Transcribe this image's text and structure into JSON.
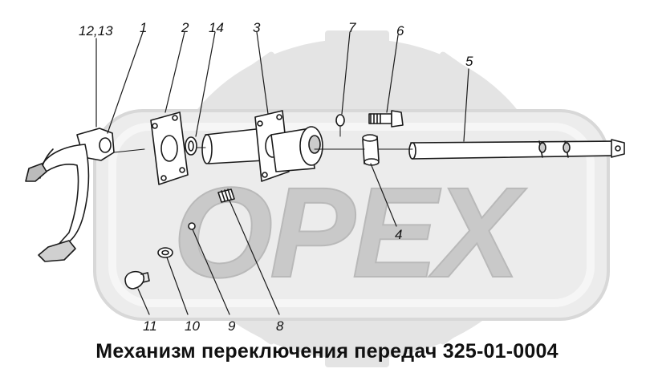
{
  "watermark": {
    "text": "OPEX",
    "color": "#e2e2e2",
    "outline": "#d6d6d6"
  },
  "callouts": {
    "c1": "1",
    "c2": "2",
    "c3": "3",
    "c4": "4",
    "c5": "5",
    "c6": "6",
    "c7": "7",
    "c8": "8",
    "c9": "9",
    "c10": "10",
    "c11": "11",
    "c12_13": "12,13",
    "c14": "14"
  },
  "caption": "Механизм переключения передач 325-01-0004"
}
